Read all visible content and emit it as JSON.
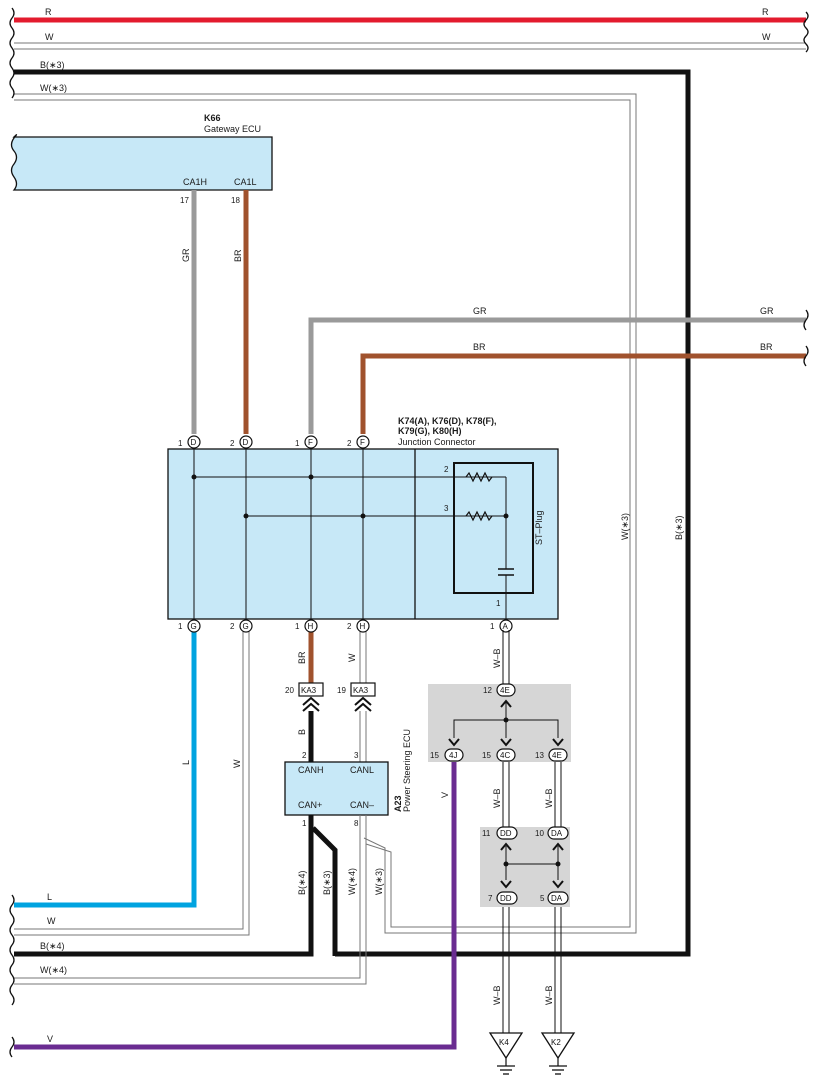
{
  "colors": {
    "R": "#e31b2e",
    "B": "#111111",
    "GR": "#9a9a9a",
    "BR": "#a0522d",
    "L": "#00a3e0",
    "V": "#6a2c91",
    "W": "#ffffff",
    "ecu_fill": "#c7e8f7",
    "junction_group_fill": "#d6d6d6"
  },
  "wires_top": {
    "r": "R",
    "w": "W",
    "b": "B(∗3)",
    "w3": "W(∗3)"
  },
  "gateway": {
    "code": "K66",
    "name": "Gateway ECU",
    "pin_ca1h": "CA1H",
    "pin_ca1l": "CA1L",
    "num_17": "17",
    "num_18": "18"
  },
  "wire_labels": {
    "gr": "GR",
    "br": "BR",
    "w_b": "W–B",
    "w": "W",
    "b": "B",
    "l": "L",
    "v": "V",
    "b4": "B(∗4)",
    "b3": "B(∗3)",
    "w4": "W(∗4)",
    "w3": "W(∗3)"
  },
  "junction": {
    "codes_line1": "K74(A), K76(D), K78(F),",
    "codes_line2": "K79(G), K80(H)",
    "name": "Junction Connector",
    "st_plug": "ST–Plug",
    "pin_1": "1",
    "pin_2": "2",
    "pin_3": "3",
    "letters": {
      "d": "D",
      "f": "F",
      "g": "G",
      "h": "H",
      "a": "A"
    }
  },
  "ka3": {
    "code": "KA3",
    "pin_20": "20",
    "pin_19": "19"
  },
  "junction_blocks": {
    "c4e": "4E",
    "c4j": "4J",
    "c4c": "4C",
    "cdd": "DD",
    "cda": "DA",
    "n12": "12",
    "n15": "15",
    "n13": "13",
    "n11": "11",
    "n10": "10",
    "n7": "7",
    "n5": "5"
  },
  "ps_ecu": {
    "code": "A23",
    "name": "Power Steering ECU",
    "canh": "CANH",
    "canl": "CANL",
    "canp": "CAN+",
    "canm": "CAN–",
    "pin_2": "2",
    "pin_3": "3",
    "pin_1": "1",
    "pin_8": "8"
  },
  "grounds": {
    "k4": "K4",
    "k2": "K2"
  }
}
